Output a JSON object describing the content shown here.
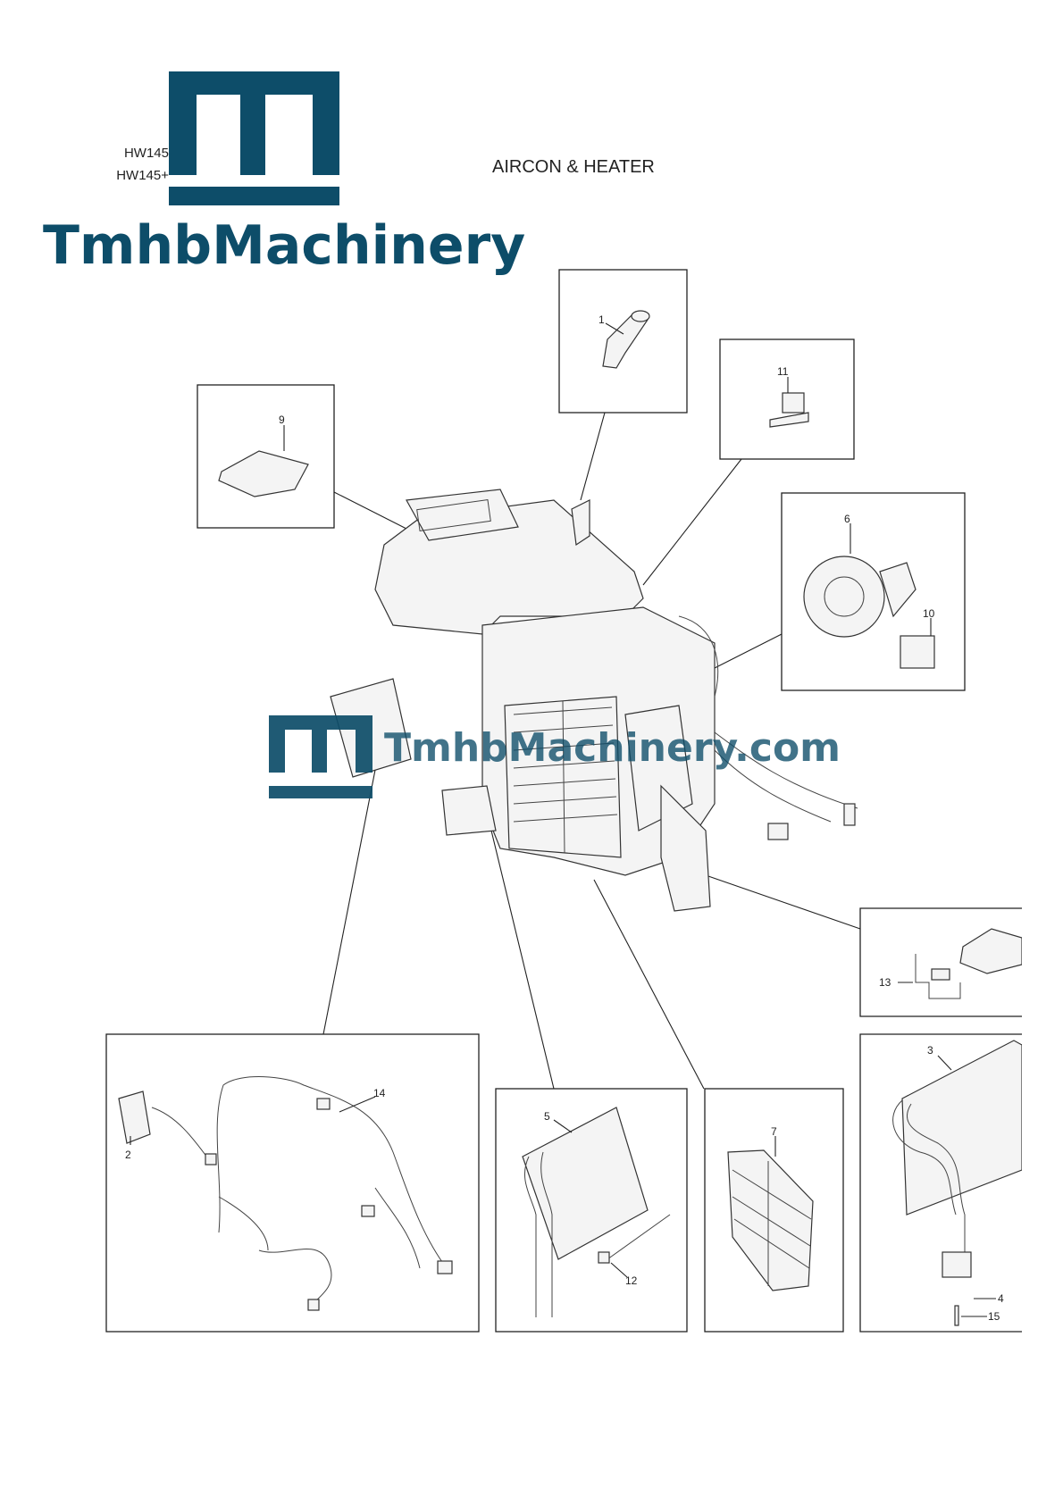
{
  "header": {
    "models": [
      "HW145",
      "HW145+"
    ],
    "title": "AIRCON & HEATER"
  },
  "logo": {
    "text": "TmhbMachinery",
    "color": "#0d4d69"
  },
  "watermark": {
    "text": "TmhbMachinery.com",
    "color": "#0d4d69"
  },
  "callouts": [
    {
      "id": "1",
      "part": "1"
    },
    {
      "id": "2",
      "part": "2"
    },
    {
      "id": "3",
      "part": "3"
    },
    {
      "id": "4",
      "part": "4"
    },
    {
      "id": "5",
      "part": "5"
    },
    {
      "id": "6",
      "part": "6"
    },
    {
      "id": "7",
      "part": "7"
    },
    {
      "id": "9",
      "part": "9"
    },
    {
      "id": "10",
      "part": "10"
    },
    {
      "id": "11",
      "part": "11"
    },
    {
      "id": "12",
      "part": "12"
    },
    {
      "id": "13",
      "part": "13"
    },
    {
      "id": "14",
      "part": "14"
    },
    {
      "id": "15",
      "part": "15"
    }
  ]
}
